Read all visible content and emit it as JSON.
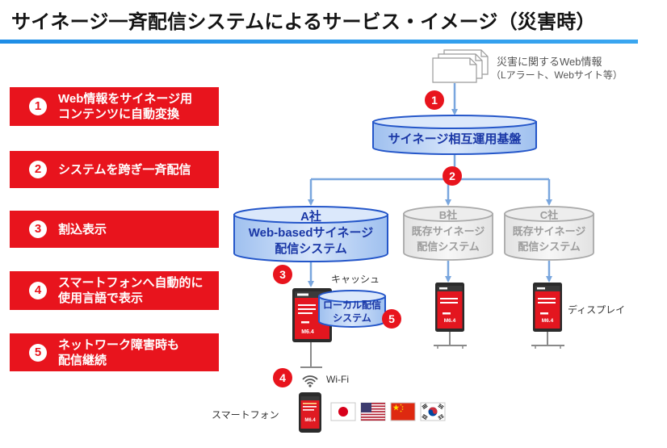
{
  "title": "サイネージ一斉配信システムによるサービス・イメージ（災害時）",
  "colors": {
    "feature_red": "#e8141d",
    "title_line": "#1e8de6",
    "connector": "#79a6de",
    "blue_cylinder_stroke": "#2456c9",
    "blue_cylinder_text": "#1a37a6",
    "gray_cylinder_text": "#9c9c9c"
  },
  "features": [
    {
      "number": "1",
      "lines": [
        "Web情報をサイネージ用",
        "コンテンツに自動変換"
      ]
    },
    {
      "number": "2",
      "lines": [
        "システムを跨ぎ一斉配信"
      ]
    },
    {
      "number": "3",
      "lines": [
        "割込表示"
      ]
    },
    {
      "number": "4",
      "lines": [
        "スマートフォンへ自動的に",
        "使用言語で表示"
      ]
    },
    {
      "number": "5",
      "lines": [
        "ネットワーク障害時も",
        "配信継続"
      ]
    }
  ],
  "source": {
    "label": "災害に関するWeb情報",
    "sublabel": "（Lアラート、Webサイト等）",
    "icon": "document-stack-icon"
  },
  "steps": [
    "1",
    "2",
    "3",
    "4",
    "5"
  ],
  "hub": {
    "label": "サイネージ相互運用基盤"
  },
  "systems": [
    {
      "company": "A社",
      "lines": [
        "Web-basedサイネージ",
        "配信システム"
      ]
    },
    {
      "company": "B社",
      "lines": [
        "既存サイネージ",
        "配信システム"
      ]
    },
    {
      "company": "C社",
      "lines": [
        "既存サイネージ",
        "配信システム"
      ]
    }
  ],
  "cache": {
    "label": "キャッシュ"
  },
  "local_system": {
    "lines": [
      "ローカル配信",
      "システム"
    ]
  },
  "display": {
    "label": "ディスプレイ",
    "screen_value": "M6.4"
  },
  "wifi": {
    "label": "Wi-Fi",
    "icon": "wifi-icon"
  },
  "smartphone": {
    "label": "スマートフォン",
    "icon": "smartphone-icon"
  },
  "languages": [
    {
      "icon": "japan-flag-icon"
    },
    {
      "icon": "usa-flag-icon"
    },
    {
      "icon": "china-flag-icon"
    },
    {
      "icon": "korea-flag-icon"
    }
  ]
}
